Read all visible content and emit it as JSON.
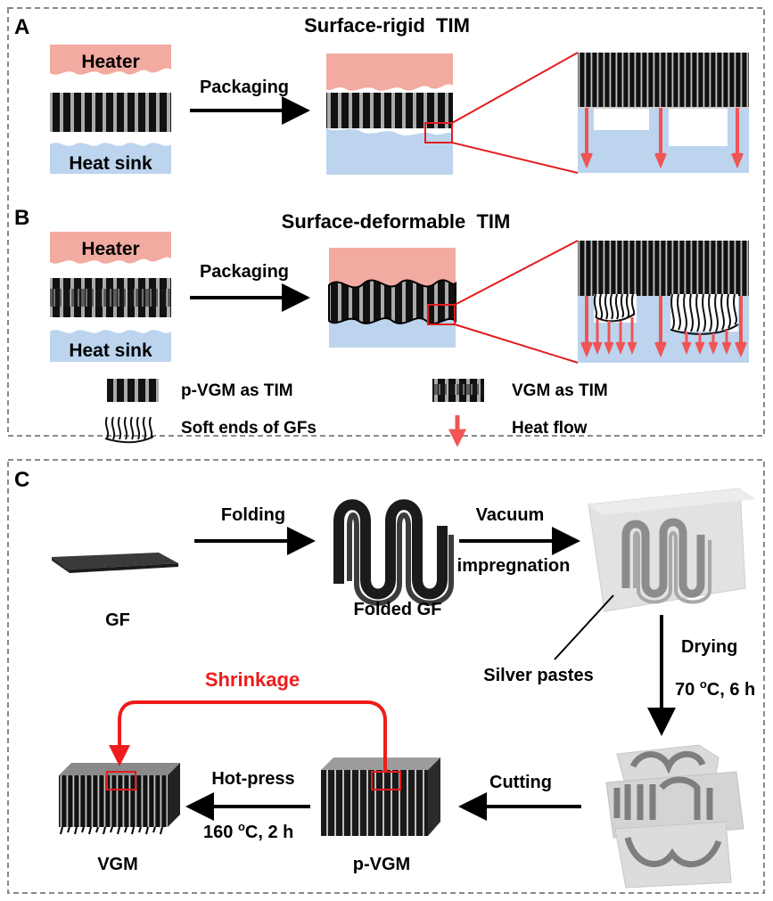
{
  "panel_a": {
    "letter": "A",
    "title": "Surface-rigid  TIM",
    "heater": "Heater",
    "heat_sink": "Heat sink",
    "arrow_label": "Packaging"
  },
  "panel_b": {
    "letter": "B",
    "title": "Surface-deformable  TIM",
    "heater": "Heater",
    "heat_sink": "Heat sink",
    "arrow_label": "Packaging"
  },
  "legend": {
    "pvgm": "p-VGM as TIM",
    "vgm": "VGM as TIM",
    "soft_ends": "Soft ends of GFs",
    "heat_flow": "Heat flow"
  },
  "panel_c": {
    "letter": "C",
    "gf": "GF",
    "folding": "Folding",
    "folded_gf": "Folded GF",
    "vacuum": "Vacuum",
    "impregnation": "impregnation",
    "silver_pastes": "Silver pastes",
    "drying": "Drying",
    "drying_cond_pre": "70 ",
    "drying_cond_sup": "o",
    "drying_cond_post": "C, 6 h",
    "cutting": "Cutting",
    "pvgm": "p-VGM",
    "hot_press": "Hot-press",
    "press_cond_pre": "160 ",
    "press_cond_sup": "o",
    "press_cond_post": "C, 2 h",
    "vgm": "VGM",
    "shrinkage": "Shrinkage"
  },
  "colors": {
    "heater": "#f2aaa1",
    "heat_sink": "#bcd4ee",
    "stripe": "#111111",
    "stripe_gap": "#aaaaaa",
    "heat_arrow": "#f05454",
    "highlight": "#e31b1b",
    "shrinkage": "#ee1c1c",
    "dash_border": "#8a8a8a"
  }
}
